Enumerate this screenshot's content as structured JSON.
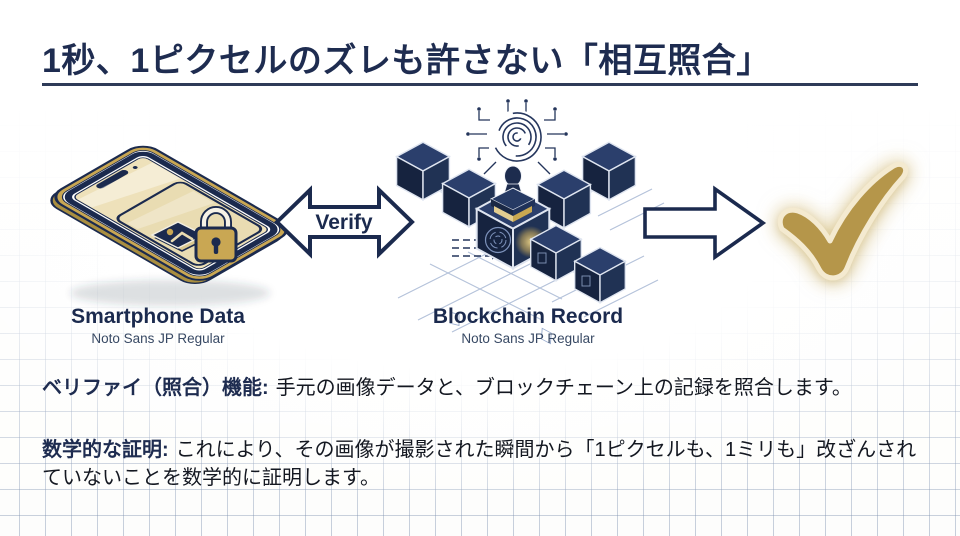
{
  "slide": {
    "title": "1秒、1ピクセルのズレも許さない「相互照合」",
    "diagram": {
      "smartphone": {
        "icon": "smartphone-lock-icon",
        "label": "Smartphone Data",
        "sublabel": "Noto Sans JP Regular"
      },
      "verify_arrow": {
        "icon": "double-arrow-icon",
        "label": "Verify"
      },
      "blockchain": {
        "icon": "blockchain-fingerprint-stamp-icon",
        "label": "Blockchain Record",
        "sublabel": "Noto Sans JP Regular"
      },
      "result": {
        "icon": "gold-checkmark-icon"
      }
    },
    "paragraphs": [
      {
        "lead": "ベリファイ（照合）機能:",
        "body": "手元の画像データと、ブロックチェーン上の記録を照合します。"
      },
      {
        "lead": "数学的な証明:",
        "body": "これにより、その画像が撮影された瞬間から「1ピクセルも、1ミリも」改ざんされていないことを数学的に証明します。"
      }
    ],
    "colors": {
      "navy": "#1b2a4e",
      "gold": "#b5964a",
      "cream": "#eee1ba",
      "grid_line": "#60789e",
      "body_text": "#141821"
    }
  }
}
